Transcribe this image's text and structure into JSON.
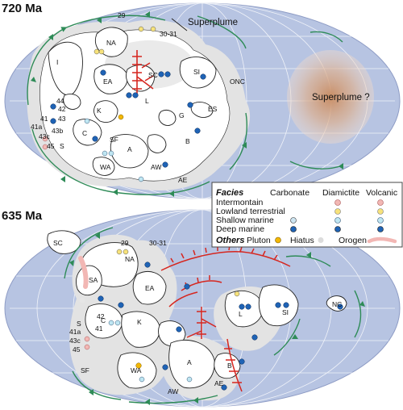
{
  "panels": [
    {
      "title": "720 Ma",
      "annotations": [
        "Superplume",
        "Superplume ?"
      ],
      "blocks": [
        "NA",
        "EA",
        "SC",
        "SI",
        "I",
        "L",
        "K",
        "C",
        "S",
        "SF",
        "A",
        "WA",
        "B",
        "G",
        "ES",
        "ONC",
        "AW",
        "AE",
        "29",
        "30-31",
        "41",
        "41a",
        "42",
        "43",
        "43b",
        "43c",
        "44",
        "45"
      ]
    },
    {
      "title": "635 Ma",
      "annotations": [],
      "blocks": [
        "SC",
        "NA",
        "EA",
        "SA",
        "SI",
        "NC",
        "L",
        "S",
        "C",
        "K",
        "A",
        "WA",
        "B",
        "AW",
        "AE",
        "SF",
        "29",
        "30-31",
        "41",
        "41a",
        "42",
        "43c",
        "45"
      ]
    }
  ],
  "legend": {
    "facies_title": "Facies",
    "columns": [
      "Carbonate",
      "Diamictite",
      "Volcanic"
    ],
    "rows": [
      "Intermontain",
      "Lowland terrestrial",
      "Shallow marine",
      "Deep marine"
    ],
    "others_title": "Others",
    "others": [
      "Pluton",
      "Hiatus",
      "Orogen"
    ]
  },
  "colors": {
    "ocean": "#b7c4e2",
    "land": "#ffffff",
    "shelf": "#e3e3e3",
    "subduction": "#2e8b57",
    "rift": "#d6261f",
    "plume": "#c98a5e",
    "deep_marine": "#1f63b5",
    "pluton": "#f2b705",
    "orogen": "#f2b7b4"
  }
}
